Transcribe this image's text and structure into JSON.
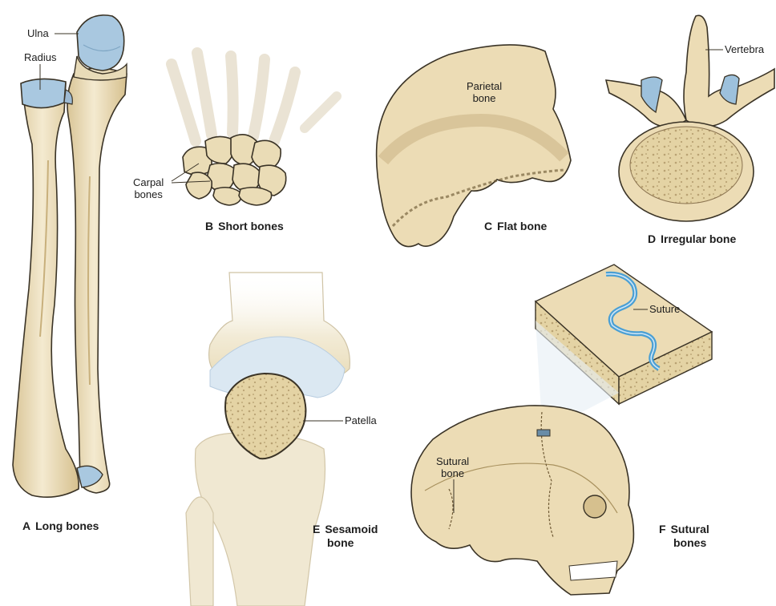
{
  "panels": {
    "a": {
      "letter": "A",
      "caption": "Long bones",
      "labels": {
        "ulna": "Ulna",
        "radius": "Radius"
      }
    },
    "b": {
      "letter": "B",
      "caption": "Short bones",
      "labels": {
        "carpal_line1": "Carpal",
        "carpal_line2": "bones"
      }
    },
    "c": {
      "letter": "C",
      "caption": "Flat bone",
      "labels": {
        "parietal_line1": "Parietal",
        "parietal_line2": "bone"
      }
    },
    "d": {
      "letter": "D",
      "caption": "Irregular bone",
      "labels": {
        "vertebra": "Vertebra"
      }
    },
    "e": {
      "letter": "E",
      "caption_line1": "Sesamoid",
      "caption_line2": "bone",
      "labels": {
        "patella": "Patella"
      }
    },
    "f": {
      "letter": "F",
      "caption_line1": "Sutural",
      "caption_line2": "bones",
      "labels": {
        "suture": "Suture",
        "sutural_line1": "Sutural",
        "sutural_line2": "bone"
      }
    }
  },
  "colors": {
    "bone_fill": "#efe3c4",
    "bone_shade": "#d9c597",
    "outline": "#3a3326",
    "cartilage": "#9dc1dc",
    "spongy": "#e6d5a8",
    "suture": "#4a9fd4"
  }
}
